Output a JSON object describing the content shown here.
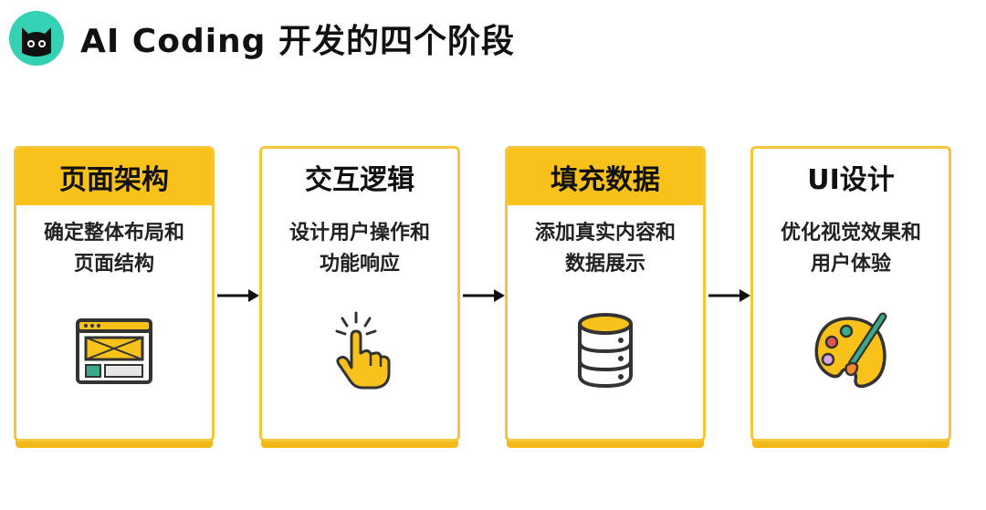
{
  "header": {
    "title": "AI Coding 开发的四个阶段",
    "logo_icon": "black-cat-icon"
  },
  "stages": [
    {
      "title": "页面架构",
      "desc_line1": "确定整体布局和",
      "desc_line2": "页面结构",
      "icon": "wireframe-layout-icon",
      "header_filled": true
    },
    {
      "title": "交互逻辑",
      "desc_line1": "设计用户操作和",
      "desc_line2": "功能响应",
      "icon": "pointing-hand-click-icon",
      "header_filled": false
    },
    {
      "title": "填充数据",
      "desc_line1": "添加真实内容和",
      "desc_line2": "数据展示",
      "icon": "database-icon",
      "header_filled": true
    },
    {
      "title": "UI设计",
      "desc_line1": "优化视觉效果和",
      "desc_line2": "用户体验",
      "icon": "paint-palette-icon",
      "header_filled": false
    }
  ],
  "colors": {
    "accent_yellow": "#f9c21a",
    "border_yellow": "#f5c53a",
    "logo_teal": "#34d1b4",
    "text": "#111111"
  }
}
